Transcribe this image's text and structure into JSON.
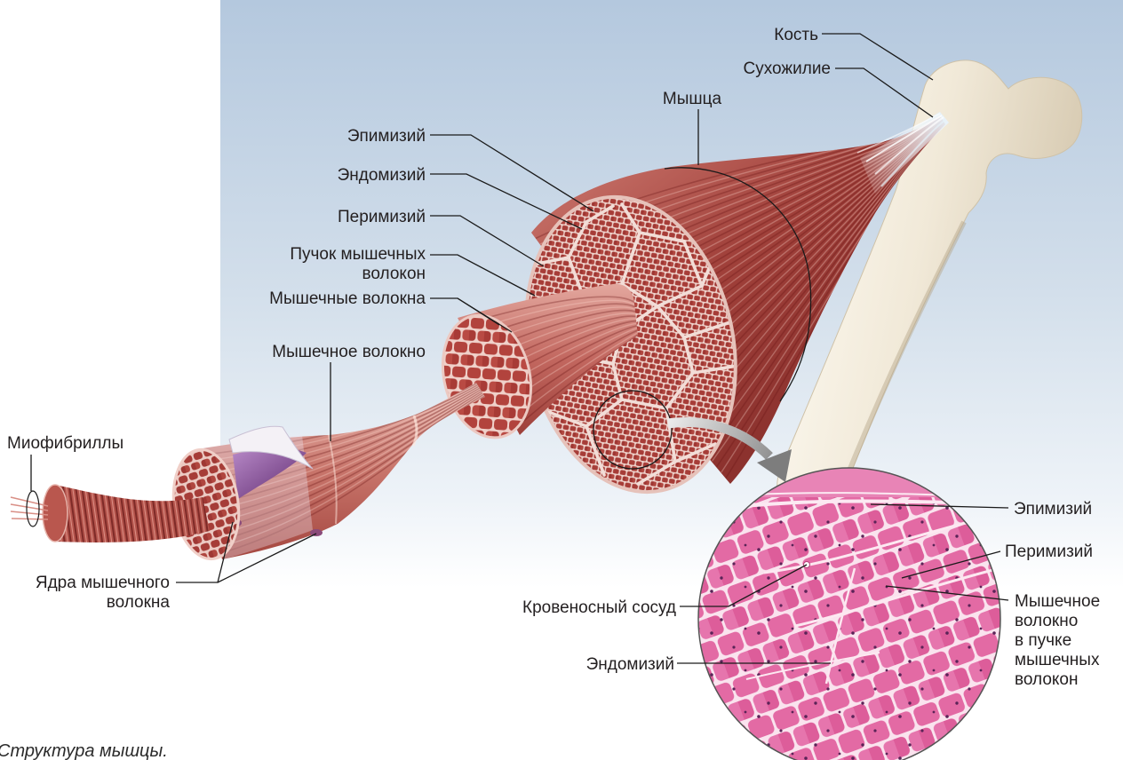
{
  "labels": {
    "bone": "Кость",
    "tendon": "Сухожилие",
    "muscle": "Мышца",
    "epimysium": "Эпимизий",
    "endomysium": "Эндомизий",
    "perimysium": "Перимизий",
    "fascicle": [
      "Пучок мышечных",
      "волокон"
    ],
    "muscle_fibers": "Мышечные волокна",
    "muscle_fiber": "Мышечное волокно",
    "myofibrils": "Миофибриллы",
    "nuclei": [
      "Ядра мышечного",
      "волокна"
    ]
  },
  "micrograph_labels": {
    "epimysium": "Эпимизий",
    "perimysium": "Перимизий",
    "blood_vessel": "Кровеносный сосуд",
    "fiber_in_fascicle": [
      "Мышечное",
      "волокно",
      "в пучке",
      "мышечных",
      "волокон"
    ],
    "endomysium": "Эндомизий"
  },
  "caption": "Структура мышцы.",
  "colors": {
    "text": "#231f20",
    "stain": "#e36aa4",
    "muscle": "#a8403b",
    "bone": "#f3ecdd",
    "background": "#c3d3e5"
  }
}
